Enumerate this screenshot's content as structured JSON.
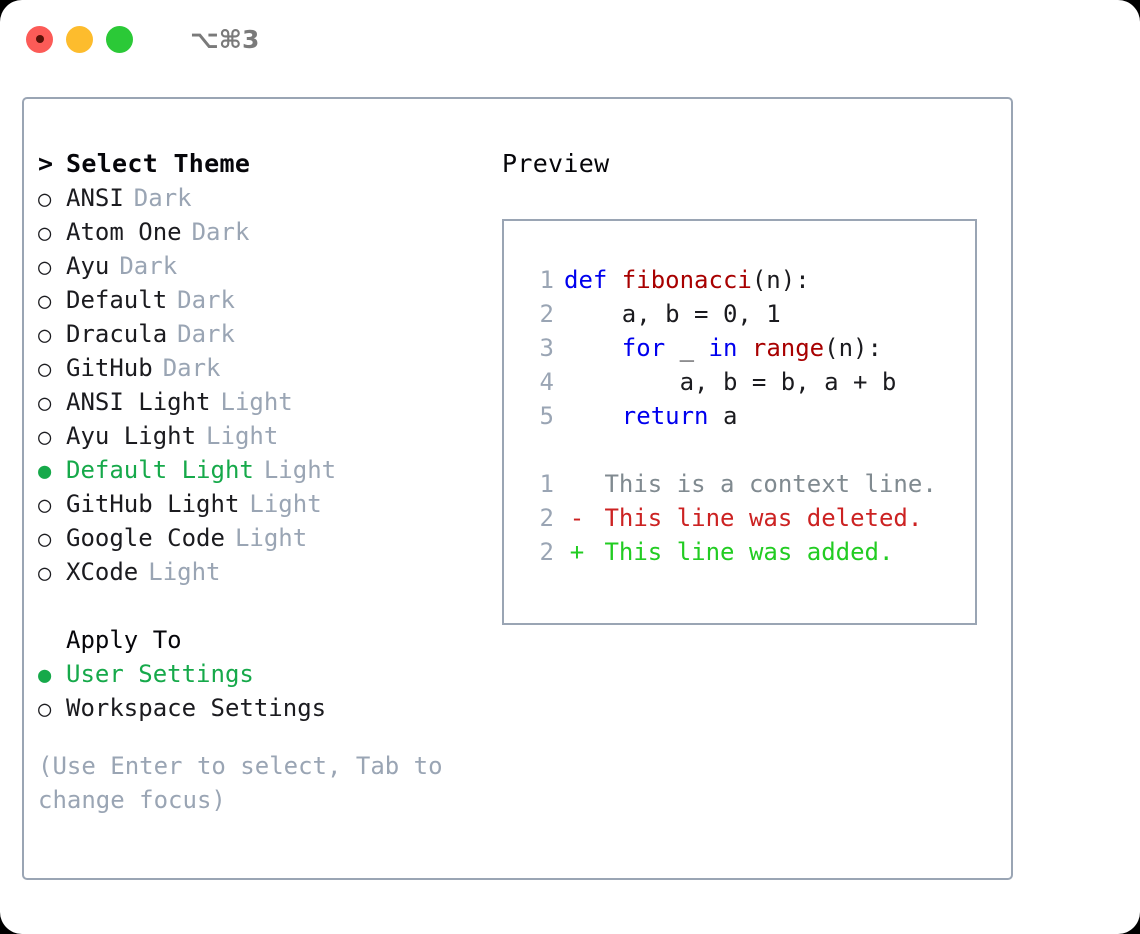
{
  "titlebar": {
    "shortcut": "⌥⌘3",
    "buttons": [
      {
        "name": "close",
        "color": "#fc5b57"
      },
      {
        "name": "minimize",
        "color": "#fdbc2d"
      },
      {
        "name": "zoom",
        "color": "#2bc937"
      }
    ]
  },
  "theme_picker": {
    "heading_prefix": ">",
    "heading": "Select Theme",
    "bullet_unselected": "○",
    "bullet_selected": "●",
    "items": [
      {
        "name": "ANSI",
        "tag": "Dark",
        "selected": false
      },
      {
        "name": "Atom One",
        "tag": "Dark",
        "selected": false
      },
      {
        "name": "Ayu",
        "tag": "Dark",
        "selected": false
      },
      {
        "name": "Default",
        "tag": "Dark",
        "selected": false
      },
      {
        "name": "Dracula",
        "tag": "Dark",
        "selected": false
      },
      {
        "name": "GitHub",
        "tag": "Dark",
        "selected": false
      },
      {
        "name": "ANSI Light",
        "tag": "Light",
        "selected": false
      },
      {
        "name": "Ayu Light",
        "tag": "Light",
        "selected": false
      },
      {
        "name": "Default Light",
        "tag": "Light",
        "selected": true
      },
      {
        "name": "GitHub Light",
        "tag": "Light",
        "selected": false
      },
      {
        "name": "Google Code",
        "tag": "Light",
        "selected": false
      },
      {
        "name": "XCode",
        "tag": "Light",
        "selected": false
      }
    ]
  },
  "apply_to": {
    "label": "Apply To",
    "options": [
      {
        "name": "User Settings",
        "selected": true
      },
      {
        "name": "Workspace Settings",
        "selected": false
      }
    ]
  },
  "hint": "(Use Enter to select, Tab to change focus)",
  "preview": {
    "title": "Preview",
    "code_lines": [
      {
        "no": "1",
        "tokens": [
          {
            "t": "def ",
            "k": "kw"
          },
          {
            "t": "fibonacci",
            "k": "fn"
          },
          {
            "t": "(n):",
            "k": "plain"
          }
        ]
      },
      {
        "no": "2",
        "tokens": [
          {
            "t": "    a, b = 0, 1",
            "k": "plain"
          }
        ]
      },
      {
        "no": "3",
        "tokens": [
          {
            "t": "    ",
            "k": "plain"
          },
          {
            "t": "for",
            "k": "kw"
          },
          {
            "t": " _ ",
            "k": "plain"
          },
          {
            "t": "in",
            "k": "kw"
          },
          {
            "t": " ",
            "k": "plain"
          },
          {
            "t": "range",
            "k": "fn"
          },
          {
            "t": "(n):",
            "k": "plain"
          }
        ]
      },
      {
        "no": "4",
        "tokens": [
          {
            "t": "        a, b = b, a + b",
            "k": "plain"
          }
        ]
      },
      {
        "no": "5",
        "tokens": [
          {
            "t": "    ",
            "k": "plain"
          },
          {
            "t": "return",
            "k": "kw"
          },
          {
            "t": " a",
            "k": "plain"
          }
        ]
      }
    ],
    "diff_lines": [
      {
        "no": "1",
        "marker": " ",
        "text": " This is a context line.",
        "kind": "ctx"
      },
      {
        "no": "2",
        "marker": "-",
        "text": " This line was deleted.",
        "kind": "del"
      },
      {
        "no": "2",
        "marker": "+",
        "text": " This line was added.",
        "kind": "add"
      }
    ]
  },
  "colors": {
    "accent_green": "#16a94a",
    "muted": "#9aa5b4",
    "keyword_blue": "#0000ee",
    "function_red": "#a80000",
    "diff_deleted": "#cc2222",
    "diff_added": "#22cc22"
  }
}
